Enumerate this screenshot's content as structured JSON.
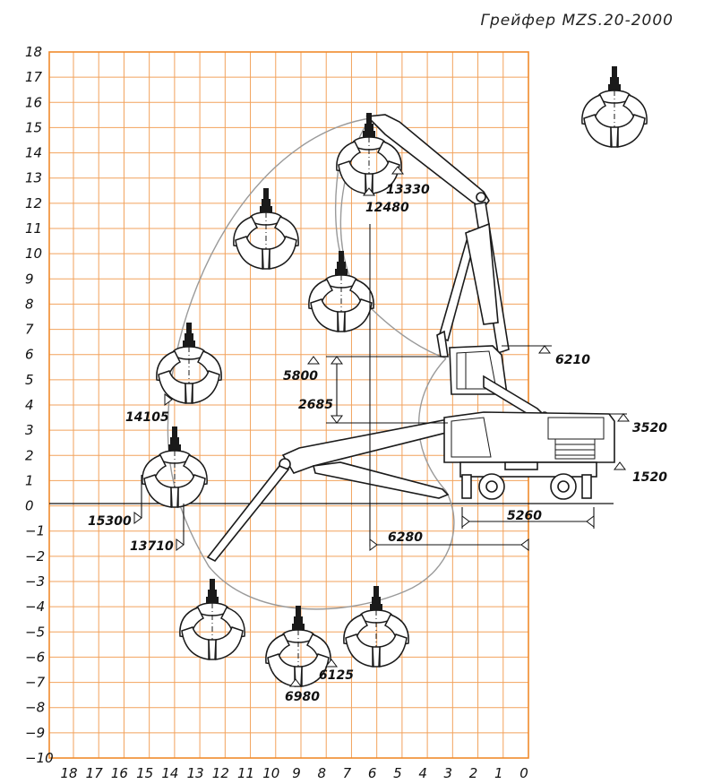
{
  "title": "Грейфер MZS.20-2000",
  "axes": {
    "y_ticks": [
      "18",
      "17",
      "16",
      "15",
      "14",
      "13",
      "12",
      "11",
      "10",
      "9",
      "8",
      "7",
      "6",
      "5",
      "4",
      "3",
      "2",
      "1",
      "0",
      "−1",
      "−2",
      "−3",
      "−4",
      "−5",
      "−6",
      "−7",
      "−8",
      "−9",
      "−10"
    ],
    "x_ticks": [
      "18",
      "17",
      "16",
      "15",
      "14",
      "13",
      "12",
      "11",
      "10",
      "9",
      "8",
      "7",
      "6",
      "5",
      "4",
      "3",
      "2",
      "1",
      "0"
    ]
  },
  "dimensions": {
    "d13330": "13330",
    "d12480": "12480",
    "d6210": "6210",
    "d5800": "5800",
    "d2685": "2685",
    "d3520": "3520",
    "d1520": "1520",
    "d14105": "14105",
    "d15300": "15300",
    "d13710": "13710",
    "d6280": "6280",
    "d5260": "5260",
    "d6125": "6125",
    "d6980": "6980"
  },
  "colors": {
    "grid": "#f2a25c",
    "envelope": "#9a9a9a",
    "ink": "#1a1a1a"
  },
  "grab_icons": [
    "grab-icon"
  ]
}
